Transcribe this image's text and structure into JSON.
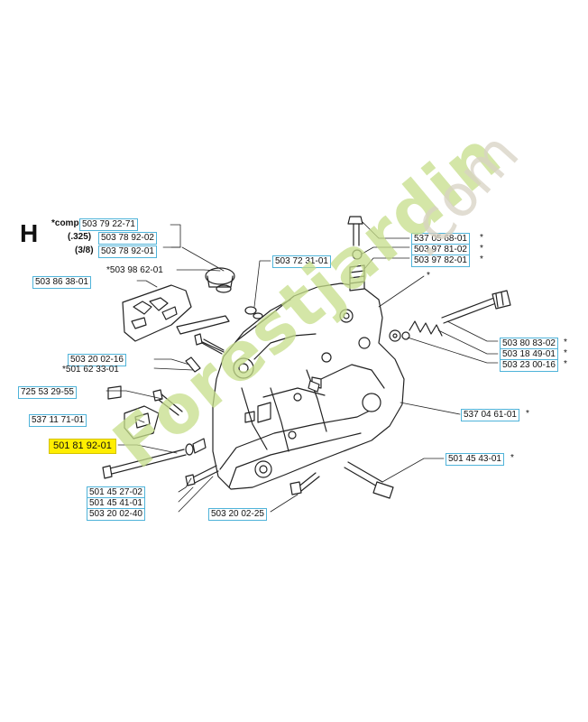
{
  "section": "H",
  "header": {
    "compl_prefix": "*compl",
    "compl_part": "503 79 22-71",
    "pitch_325": "(.325)",
    "pitch_325_part": "503 78 92-02",
    "pitch_38": "(3/8)",
    "pitch_38_part": "503 78 92-01"
  },
  "left_labels": {
    "p1": "*503 98 62-01",
    "p2": "503 86 38-01",
    "p3": "503 20 02-16",
    "p4": "*501 62 33-01",
    "p5": "725 53 29-55",
    "p6": "537 11 71-01",
    "p7": "501 81 92-01"
  },
  "bottom_labels": {
    "p1": "501 45 27-02",
    "p2": "501 45 41-01",
    "p3": "503 20 02-40",
    "p4": "503 20 02-25"
  },
  "right_labels": {
    "p1": "503 72 31-01",
    "p2": "537 05 68-01",
    "p3": "503 97 81-02",
    "p4": "503 97 82-01",
    "p5": "503 80 83-02",
    "p6": "503 18 49-01",
    "p7": "503 23 00-16",
    "p8": "537 04 61-01",
    "p9": "501 45 43-01"
  },
  "asterisk": "*",
  "watermark": {
    "text_main": "Forestjardin",
    "text_com": ".com",
    "color": "#c6de8a"
  },
  "colors": {
    "label_border": "#4fb3d9",
    "highlight": "#ffee00",
    "line": "#222222"
  }
}
